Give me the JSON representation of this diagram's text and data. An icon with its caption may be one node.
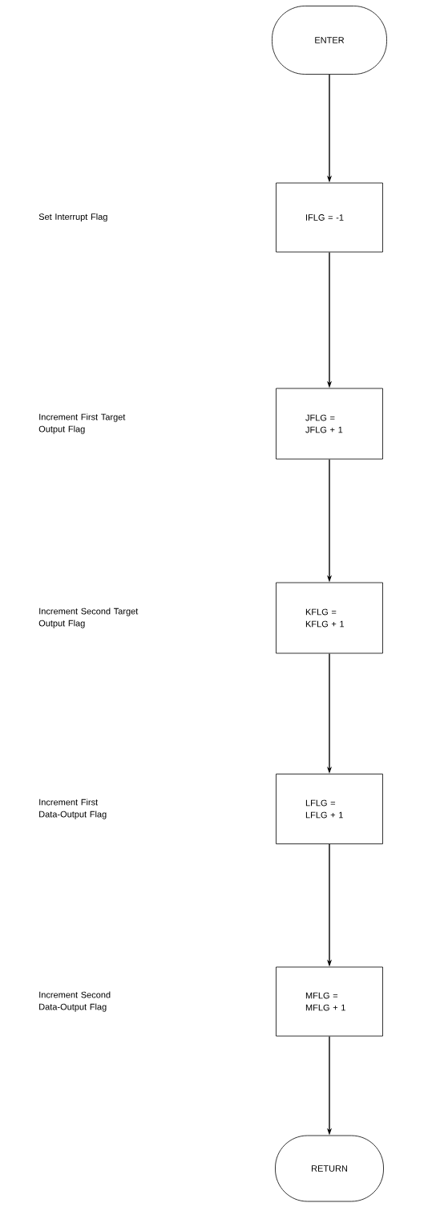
{
  "diagram": {
    "nodes": [
      {
        "text": [
          "ENTER"
        ]
      },
      {
        "text": [
          "IFLG = -1"
        ]
      },
      {
        "text": [
          "JFLG = JFLG + 1"
        ]
      },
      {
        "text": [
          "KFLG = KFLG + 1"
        ]
      },
      {
        "text": [
          "LFLG = LFLG + 1"
        ]
      },
      {
        "text": [
          "MFLG = MFLG + 1"
        ]
      },
      {
        "text": [
          "RETURN"
        ]
      }
    ],
    "edges": [
      {
        "from": 0,
        "to": 1,
        "arrow": "to"
      },
      {
        "from": 1,
        "to": 2,
        "arrow": "to"
      },
      {
        "from": 2,
        "to": 3,
        "arrow": "to"
      },
      {
        "from": 3,
        "to": 4,
        "arrow": "to"
      },
      {
        "from": 4,
        "to": 5,
        "arrow": "to"
      },
      {
        "from": 5,
        "to": 6,
        "arrow": "to"
      }
    ],
    "labels": [
      "Set Interrupt Flag",
      "Increment First Target Output Flag",
      "Increment Second Target Output Flag",
      "Increment First Data-Output Flag",
      "Increment Second Data-Output Flag"
    ]
  }
}
